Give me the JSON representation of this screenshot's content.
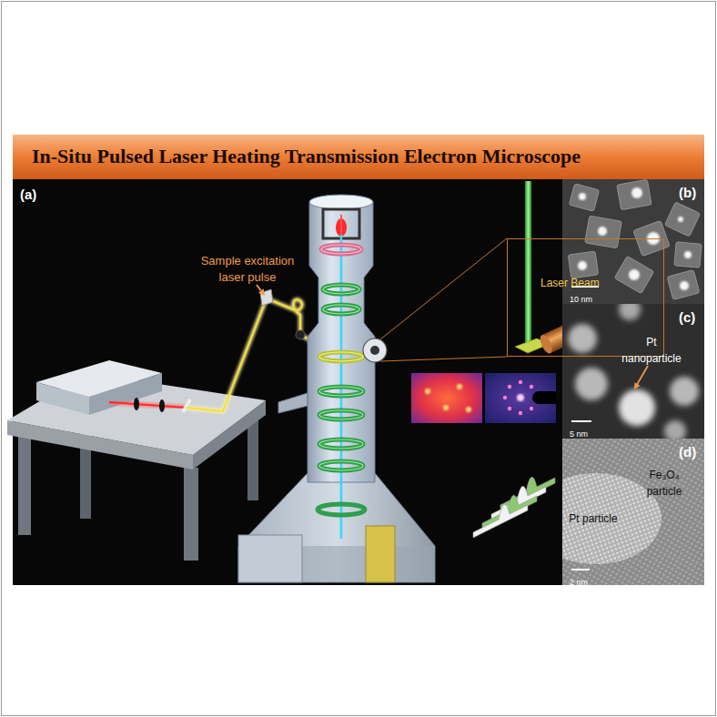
{
  "diagram": {
    "title": "In-Situ Pulsed Laser Heating Transmission Electron Microscope",
    "nodes": [
      {
        "text": [
          "(a)",
          "Sample excitation laser pulse"
        ]
      },
      {
        "text": [
          "Laser Beam"
        ],
        "in": 0
      },
      {
        "text": [
          "(b)",
          "10 nm"
        ]
      },
      {
        "text": [
          "(c)",
          "Pt nanoparticle",
          "5 nm"
        ]
      },
      {
        "text": [
          "(d)",
          "Fe₃O₄ particle",
          "Pt particle",
          "2 nm"
        ]
      }
    ]
  }
}
